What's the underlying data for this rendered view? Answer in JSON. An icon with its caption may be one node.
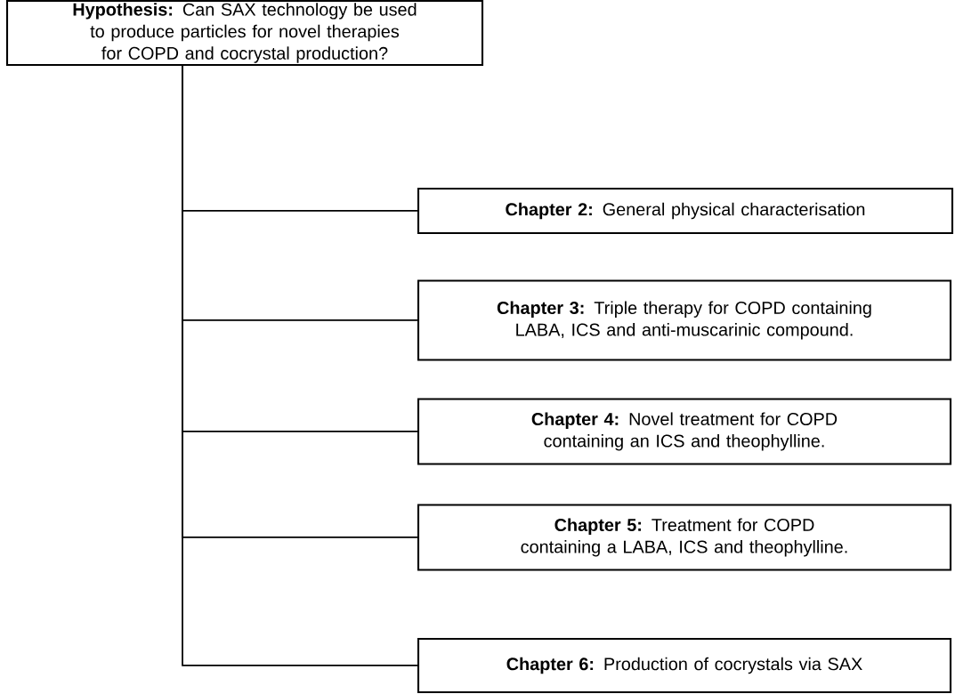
{
  "diagram": {
    "nodes": [
      {
        "text": [
          "**Hypothesis:** Can SAX technology be used to produce particles for novel therapies for COPD and cocrystal production?"
        ]
      },
      {
        "text": [
          "**Chapter 2:** General physical characterisation"
        ]
      },
      {
        "text": [
          "**Chapter 3:** Triple therapy for COPD containing LABA, ICS and anti-muscarinic compound."
        ]
      },
      {
        "text": [
          "**Chapter 4:** Novel treatment for COPD containing an ICS and theophylline."
        ]
      },
      {
        "text": [
          "**Chapter 5:** Treatment for COPD containing a LABA, ICS and theophylline."
        ]
      },
      {
        "text": [
          "**Chapter 6:** Production of cocrystals via SAX"
        ]
      }
    ],
    "edges": [
      {
        "from": 0,
        "to": 1,
        "arrow": "none"
      },
      {
        "from": 0,
        "to": 2,
        "arrow": "none"
      },
      {
        "from": 0,
        "to": 3,
        "arrow": "none"
      },
      {
        "from": 0,
        "to": 4,
        "arrow": "none"
      },
      {
        "from": 0,
        "to": 5,
        "arrow": "none"
      }
    ]
  }
}
